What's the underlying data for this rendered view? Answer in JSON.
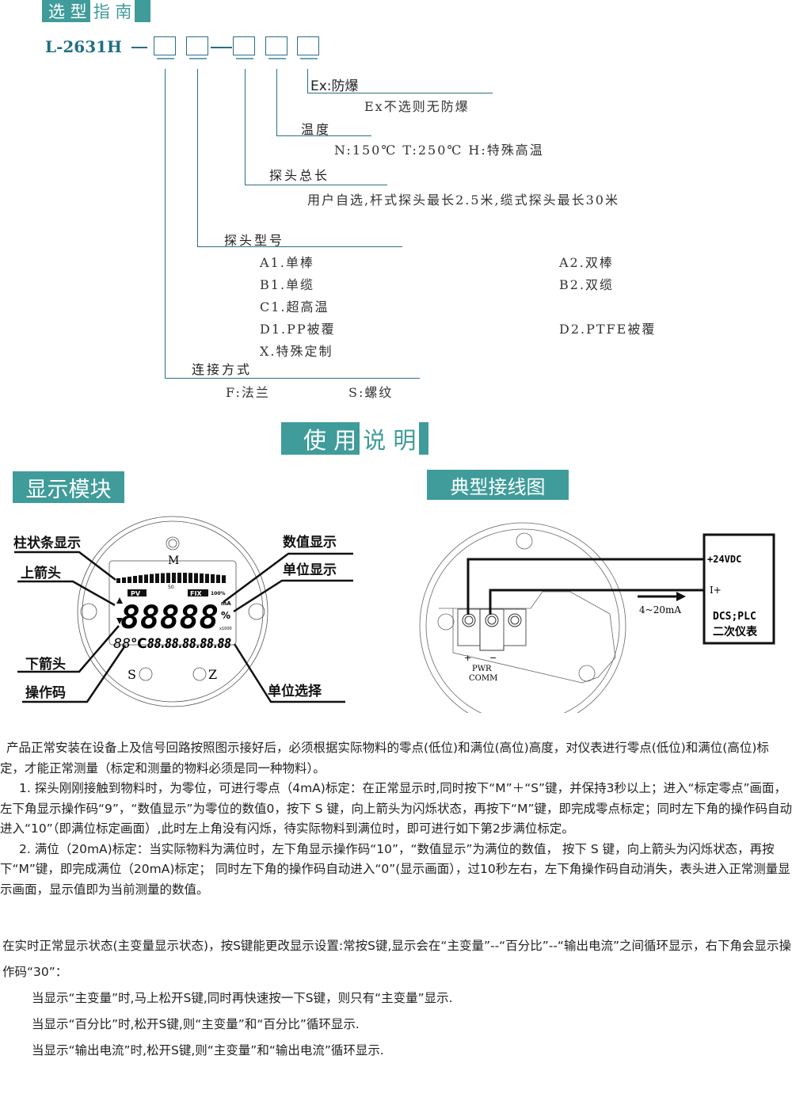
{
  "selection_guide": {
    "header_a": "选 型",
    "header_b": "指 南",
    "model": "L-2631H",
    "ex_title": "Ex:防爆",
    "ex_note": "Ex不选则无防爆",
    "temp_title": "温度",
    "temp_options": "N:150℃  T:250℃  H:特殊高温",
    "length_title": "探头总长",
    "length_note": "用户自选,杆式探头最长2.5米,缆式探头最长30米",
    "probe_title": "探头型号",
    "probe_options": [
      "A1.单棒",
      "A2.双棒",
      "B1.单缆",
      "B2.双缆",
      "C1.超高温",
      "D1.PP被覆",
      "D2.PTFE被覆",
      "X.特殊定制"
    ],
    "conn_title": "连接方式",
    "conn_options": [
      "F:法兰",
      "S:螺纹"
    ]
  },
  "usage_header": {
    "a": "使 用",
    "b": "说 明"
  },
  "display_module": {
    "header": "显示模块",
    "labels": {
      "bar": "柱状条显示",
      "up": "上箭头",
      "down": "下箭头",
      "opcode": "操作码",
      "value": "数值显示",
      "unit": "单位显示",
      "unit_select": "单位选择"
    },
    "keys": {
      "m": "M",
      "s": "S",
      "z": "Z"
    },
    "lcd": {
      "pv": "PV",
      "fix": "FIX",
      "fifty": "50",
      "hundred": "100%",
      "main": "88888",
      "ma": "mA",
      "pct": "%",
      "x1000": "x1000",
      "code": "88",
      "degc": "℃",
      "sub": "88.88.88.88.88"
    }
  },
  "wiring": {
    "header": "典型接线图",
    "vdc": "+24VDC",
    "iplus": "I+",
    "current": "4~20mA",
    "dcs": "DCS;PLC",
    "secondary": "二次仪表",
    "plus": "+",
    "minus": "−",
    "pwr": "PWR",
    "comm": "COMM"
  },
  "instructions": {
    "intro": "产品正常安装在设备上及信号回路按照图示接好后，必须根据实际物料的零点(低位)和满位(高位)高度，对仪表进行零点(低位)和满位(高位)标定，才能正常测量（标定和测量的物料必须是同一种物料）。",
    "step1": "1. 探头刚刚接触到物料时，为零位，可进行零点（4mA)标定：在正常显示时,同时按下“M”＋“S”键，并保持3秒以上；进入“标定零点”画面，左下角显示操作码“9”，“数值显示”为零位的数值0，按下 S 键，向上箭头为闪烁状态，再按下“M”键，即完成零点标定；同时左下角的操作码自动进入“10”（即满位标定画面）,此时左上角没有闪烁，待实际物料到满位时，即可进行如下第2步满位标定。",
    "step2": "2. 满位（20mA)标定：当实际物料为满位时，左下角显示操作码“10”，“数值显示”为满位的数值， 按下 S 键，向上箭头为闪烁状态，再按下“M”键，即完成满位（20mA)标定； 同时左下角的操作码自动进入“0”(显示画面），过10秒左右，左下角操作码自动消失，表头进入正常测量显示画面，显示值即为当前测量的数值。",
    "display_intro": "在实时正常显示状态(主变量显示状态)，按S键能更改显示设置:常按S键,显示会在“主变量”--“百分比”--“输出电流”之间循环显示，右下角会显示操作码“30”：",
    "cases": [
      "当显示“主变量”时,马上松开S键,同时再快速按一下S键，则只有“主变量”显示.",
      "当显示“百分比”时,松开S键,则“主变量”和“百分比”循环显示.",
      "当显示“输出电流”时,松开S键,则“主变量”和“输出电流”循环显示."
    ]
  }
}
